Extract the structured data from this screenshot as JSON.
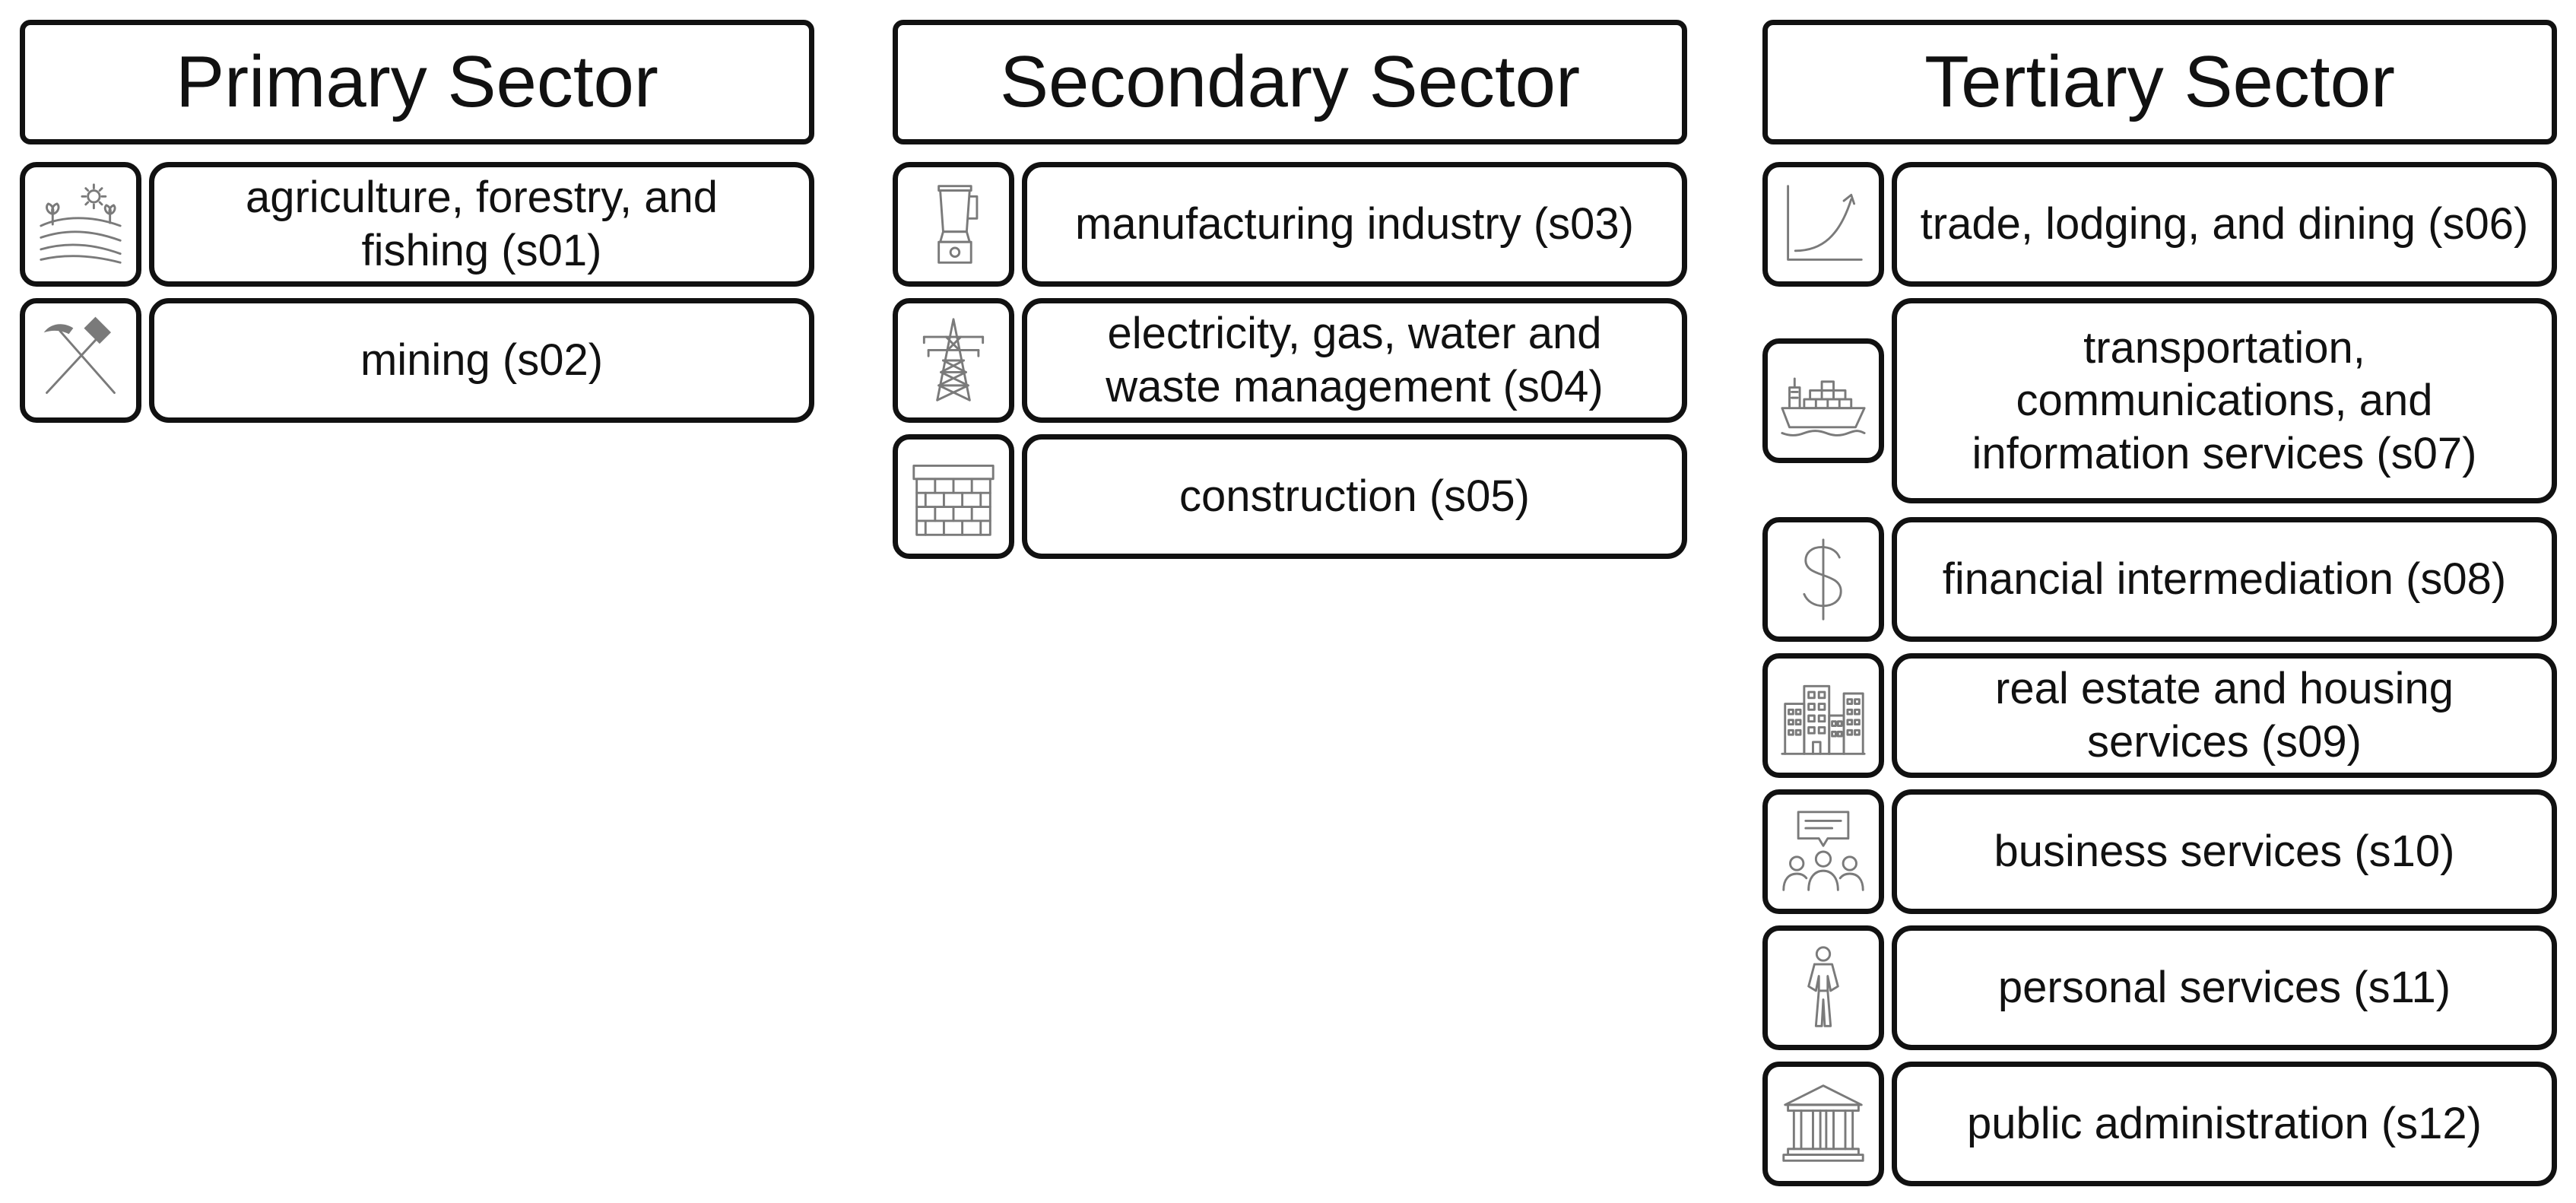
{
  "sectors": [
    {
      "title": "Primary Sector",
      "items": [
        {
          "label": "agriculture, forestry, and fishing (s01)",
          "icon": "farm-field-icon"
        },
        {
          "label": "mining (s02)",
          "icon": "hammer-pickaxe-icon"
        }
      ]
    },
    {
      "title": "Secondary Sector",
      "items": [
        {
          "label": "manufacturing industry (s03)",
          "icon": "blender-icon"
        },
        {
          "label": "electricity, gas, water and waste management (s04)",
          "icon": "power-pylon-icon"
        },
        {
          "label": "construction (s05)",
          "icon": "brick-wall-icon"
        }
      ]
    },
    {
      "title": "Tertiary Sector",
      "items": [
        {
          "label": "trade, lodging, and dining (s06)",
          "icon": "growth-chart-icon"
        },
        {
          "label": "transportation, communications, and information services (s07)",
          "icon": "cargo-ship-icon"
        },
        {
          "label": "financial intermediation (s08)",
          "icon": "dollar-sign-icon"
        },
        {
          "label": "real estate and housing services (s09)",
          "icon": "buildings-icon"
        },
        {
          "label": "business services (s10)",
          "icon": "meeting-icon"
        },
        {
          "label": "personal services (s11)",
          "icon": "person-icon"
        },
        {
          "label": "public administration (s12)",
          "icon": "government-building-icon"
        }
      ]
    }
  ]
}
